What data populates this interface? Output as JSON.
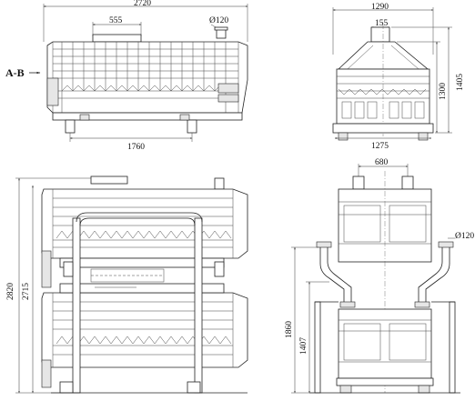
{
  "section_marker": {
    "label": "A-B",
    "arrow": "→"
  },
  "top_left_view": {
    "overall_width": "2720",
    "inlet_width": "555",
    "outlet_diameter": "Ø120",
    "base_width": "1760"
  },
  "top_right_view": {
    "overall_width": "1290",
    "inlet_width": "155",
    "total_height": "1405",
    "body_height": "1300",
    "base_width": "1275"
  },
  "bottom_left_view": {
    "overall_height": "2820",
    "frame_height": "2715"
  },
  "bottom_right_view": {
    "inlet_spacing": "680",
    "outlet_diameter": "Ø120",
    "outlet_height": "1860",
    "frame_height": "1407"
  }
}
